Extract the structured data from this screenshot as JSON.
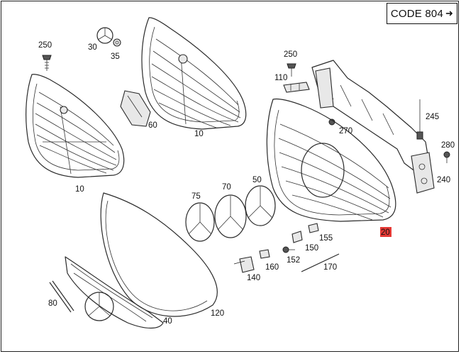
{
  "header": {
    "code_text": "CODE 804",
    "arrow_icon": "arrow-right-icon"
  },
  "callouts": [
    {
      "id": "c250a",
      "text": "250"
    },
    {
      "id": "c30",
      "text": "30"
    },
    {
      "id": "c35",
      "text": "35"
    },
    {
      "id": "c10a",
      "text": "10"
    },
    {
      "id": "c60",
      "text": "60"
    },
    {
      "id": "c10b",
      "text": "10"
    },
    {
      "id": "c250b",
      "text": "250"
    },
    {
      "id": "c110",
      "text": "110"
    },
    {
      "id": "c245",
      "text": "245"
    },
    {
      "id": "c270",
      "text": "270"
    },
    {
      "id": "c280",
      "text": "280"
    },
    {
      "id": "c240",
      "text": "240"
    },
    {
      "id": "c75",
      "text": "75"
    },
    {
      "id": "c70",
      "text": "70"
    },
    {
      "id": "c50",
      "text": "50"
    },
    {
      "id": "c20",
      "text": "20"
    },
    {
      "id": "c155",
      "text": "155"
    },
    {
      "id": "c150",
      "text": "150"
    },
    {
      "id": "c152",
      "text": "152"
    },
    {
      "id": "c160",
      "text": "160"
    },
    {
      "id": "c170",
      "text": "170"
    },
    {
      "id": "c140",
      "text": "140"
    },
    {
      "id": "c80",
      "text": "80"
    },
    {
      "id": "c120",
      "text": "120"
    },
    {
      "id": "c40",
      "text": "40"
    }
  ],
  "highlight_color": "#e53935"
}
